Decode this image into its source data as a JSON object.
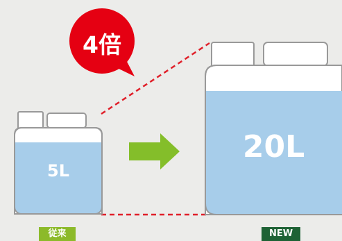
{
  "badge": {
    "text": "4倍",
    "color": "#e50012"
  },
  "old_container": {
    "volume_label": "5L",
    "tag_text": "従来",
    "tag_color": "#8cba2a"
  },
  "new_container": {
    "volume_label": "20L",
    "tag_text": "NEW",
    "tag_color": "#1e6235"
  },
  "colors": {
    "background": "#ececea",
    "liquid": "#a7cdea",
    "outline": "#999999",
    "arrow": "#84be2a",
    "guide_line": "#e0202a"
  },
  "icons": [
    "jerrycan-icon",
    "arrow-right-icon",
    "speech-bubble-icon"
  ]
}
